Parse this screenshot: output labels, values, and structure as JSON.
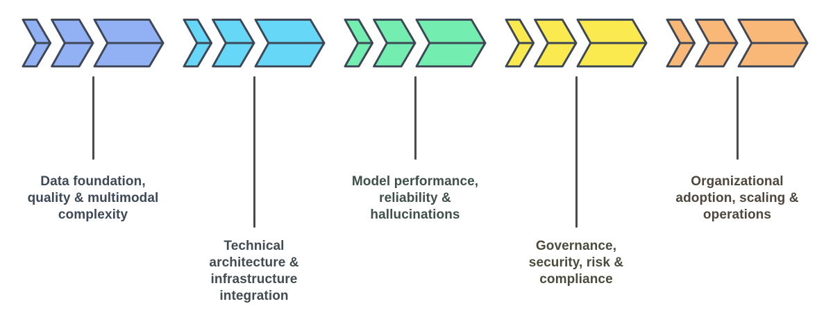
{
  "diagram": {
    "background_color": "#ffffff",
    "outline_color": "#3d4756",
    "connector_color": "#4a4a4a",
    "stages": [
      {
        "id": "stage-1",
        "color": "#92b0f4",
        "label_color": "#3d4859",
        "connector_length": "short",
        "label_lines": [
          "Data foundation,",
          "quality & multimodal",
          "complexity"
        ]
      },
      {
        "id": "stage-2",
        "color": "#66d7f6",
        "label_color": "#424b51",
        "connector_length": "long",
        "label_lines": [
          "Technical",
          "architecture &",
          "infrastructure",
          "integration"
        ]
      },
      {
        "id": "stage-3",
        "color": "#74edb0",
        "label_color": "#3f5049",
        "connector_length": "short",
        "label_lines": [
          "Model performance,",
          "reliability &",
          "hallucinations"
        ]
      },
      {
        "id": "stage-4",
        "color": "#fae94f",
        "label_color": "#4b4a3c",
        "connector_length": "long",
        "label_lines": [
          "Governance,",
          "security, risk &",
          "compliance"
        ]
      },
      {
        "id": "stage-5",
        "color": "#f9b878",
        "label_color": "#4e463c",
        "connector_length": "short",
        "label_lines": [
          "Organizational",
          "adoption, scaling &",
          "operations"
        ]
      }
    ]
  }
}
